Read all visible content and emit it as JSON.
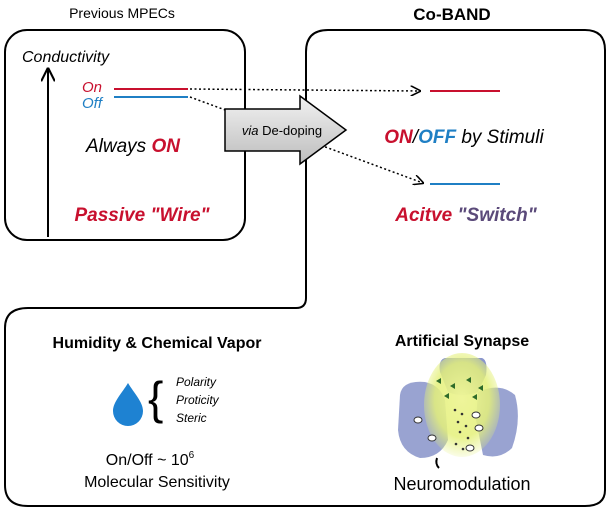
{
  "left_panel": {
    "heading": "Previous MPECs",
    "axis_label": "Conductivity",
    "on_label": "On",
    "off_label": "Off",
    "state_prefix": "Always ",
    "state_emphasis": "ON",
    "role": "Passive \"Wire\""
  },
  "arrow": {
    "via": "via",
    "label": " De-doping"
  },
  "right_panel": {
    "heading": "Co-BAND",
    "on": "ON",
    "slash": "/",
    "off": "OFF",
    "by": " by Stimuli",
    "role_prefix": "Acitve ",
    "role_switch": "\"Switch\""
  },
  "bottom_left": {
    "title": "Humidity & Chemical Vapor",
    "factors": [
      "Polarity",
      "Proticity",
      "Steric"
    ],
    "ratio_text": "On/Off ~ 10",
    "ratio_exp": "6",
    "sensitivity": "Molecular Sensitivity"
  },
  "bottom_right": {
    "title": "Artificial Synapse",
    "caption": "Neuromodulation"
  },
  "colors": {
    "red": "#c8102e",
    "blue": "#1f7fc4",
    "purple": "#5b4a7a",
    "drop": "#1e82d2",
    "glow": "#e6f27a",
    "neuron": "#7d8bc6"
  }
}
